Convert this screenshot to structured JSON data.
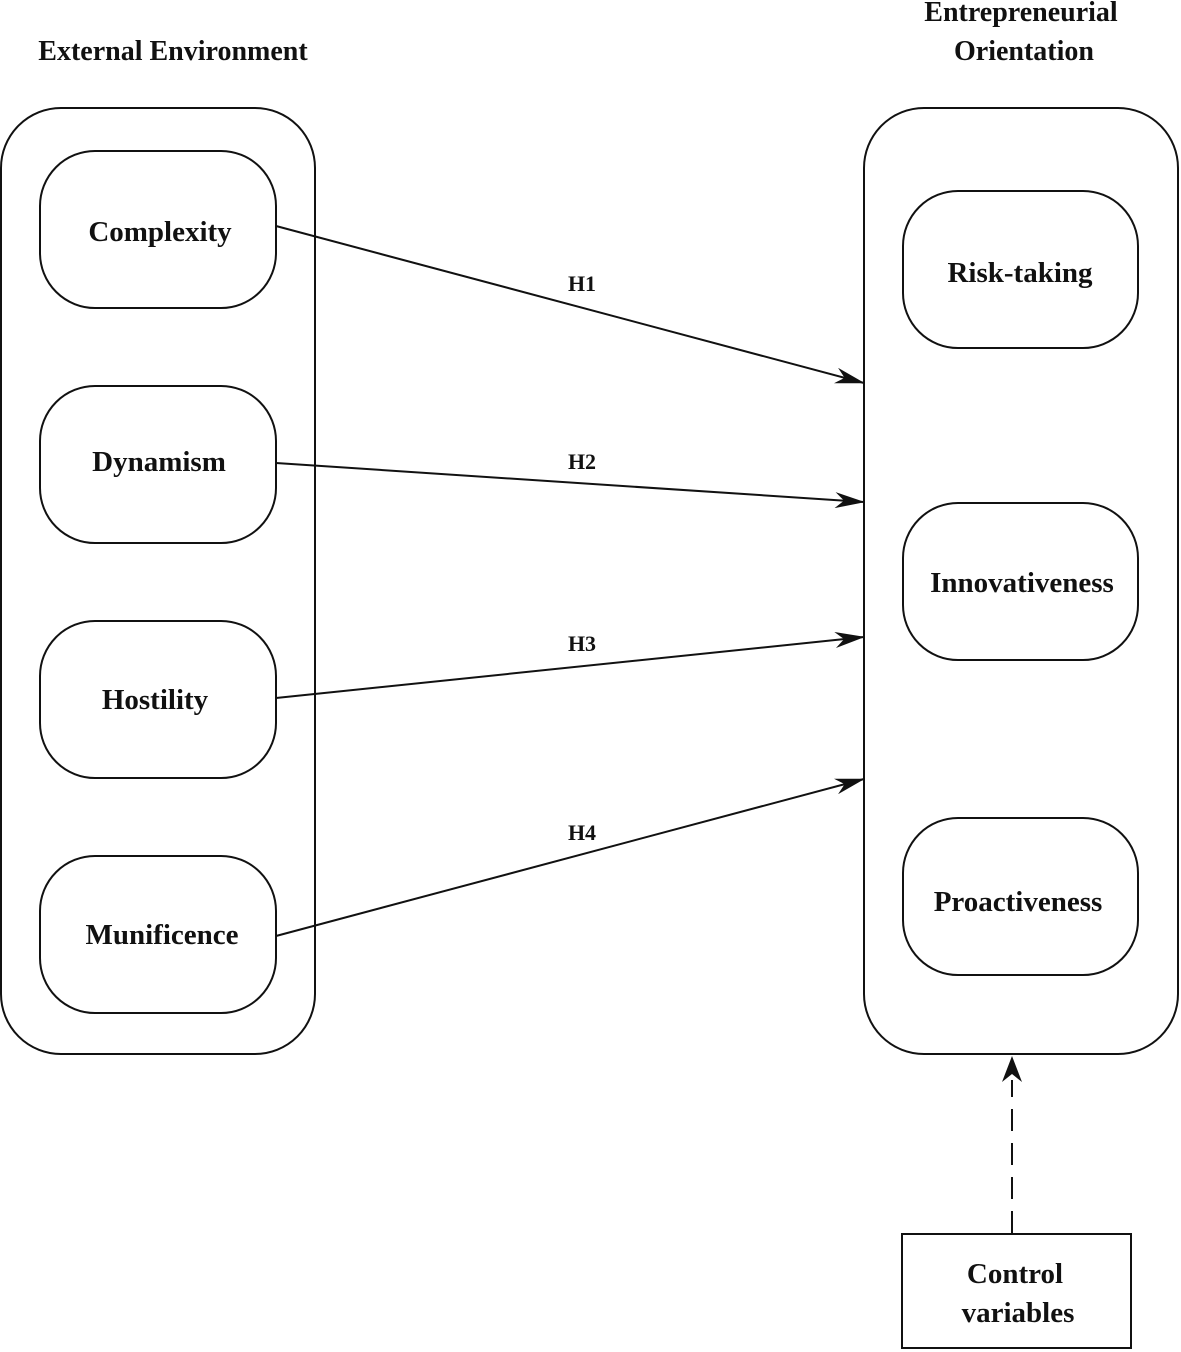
{
  "groups": {
    "external": {
      "heading": "External Environment",
      "nodes": [
        "Complexity",
        "Dynamism",
        "Hostility",
        "Munificence"
      ]
    },
    "orientation": {
      "heading_line1": "Entrepreneurial",
      "heading_line2": "Orientation",
      "nodes": [
        "Risk-taking",
        "Innovativeness",
        "Proactiveness"
      ]
    }
  },
  "hypotheses": [
    "H1",
    "H2",
    "H3",
    "H4"
  ],
  "control": {
    "line1": "Control",
    "line2": "variables"
  }
}
